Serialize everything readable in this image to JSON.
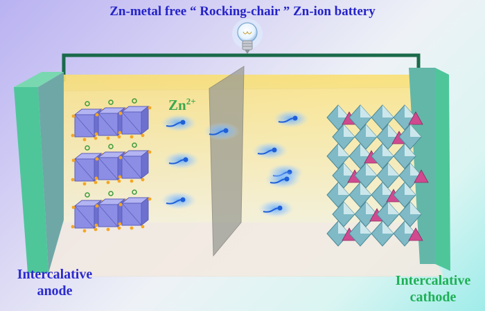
{
  "title": "Zn-metal free “ Rocking-chair ” Zn-ion battery",
  "anode_label_line1": "Intercalative",
  "anode_label_line2": "anode",
  "cathode_label_line1": "Intercalative",
  "cathode_label_line2": "cathode",
  "ion_label": {
    "base": "Zn",
    "superscript": "2+"
  },
  "icons": [
    "light-bulb-icon"
  ],
  "colors": {
    "title": "#2523c8",
    "anode_label": "#2a2ad0",
    "cathode_label": "#1fb055",
    "ion_label": "#3ca84e",
    "electrode": "#4ec69a",
    "electrolyte": "#f6e8a6",
    "wire": "#1a6a4a",
    "anode_crystal": "#8c8ee6",
    "cathode_octahedra": "#7fbac6",
    "cathode_tetrahedra": "#d04a90"
  }
}
